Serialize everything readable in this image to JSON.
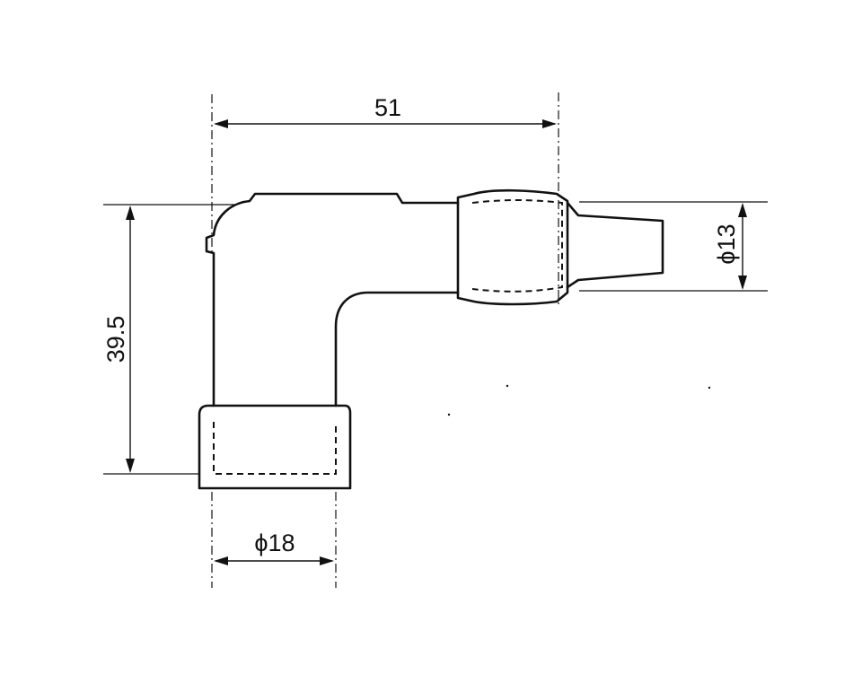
{
  "dimensions": {
    "length": "51",
    "height": "39.5",
    "outlet_diameter": "ϕ13",
    "base_diameter": "ϕ18"
  },
  "colors": {
    "ink": "#111111",
    "background": "#ffffff"
  }
}
